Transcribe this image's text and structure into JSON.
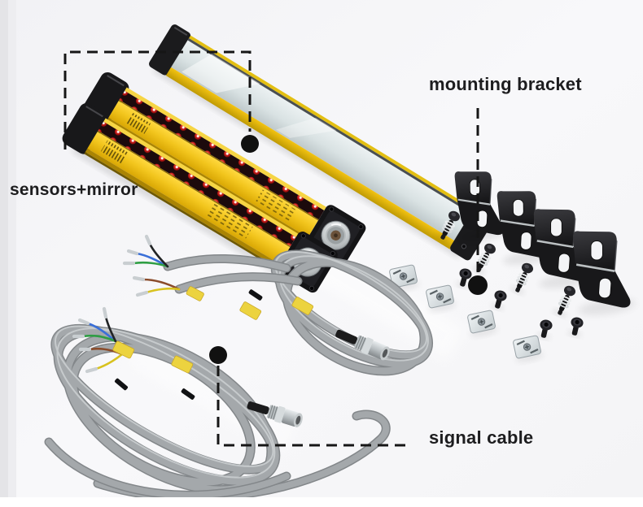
{
  "scene": {
    "type": "product-photo",
    "subject": "safety light curtain sensor kit on white background"
  },
  "annotations": {
    "sensors_mirror": {
      "label": "sensors+mirror"
    },
    "mounting_bracket": {
      "label": "mounting bracket"
    },
    "signal_cable": {
      "label": "signal cable"
    }
  },
  "components": {
    "sensors": 2,
    "mirror": 1,
    "mounting_brackets": 4,
    "spring_bolts": 4,
    "socket_screws": 4,
    "slide_nuts": 4,
    "signal_cables": 2
  },
  "colors": {
    "annotation": "#1d1d1f",
    "background": "#f5f5f7",
    "sensor_yellow": "#f2c51d",
    "led_red": "#c01616",
    "cap_black": "#1b1b1d",
    "mirror_surface": "#d9e2e3",
    "bracket_black": "#242427",
    "cable_gray": "#a4a8ab",
    "tag_yellow": "#ecd33f"
  }
}
